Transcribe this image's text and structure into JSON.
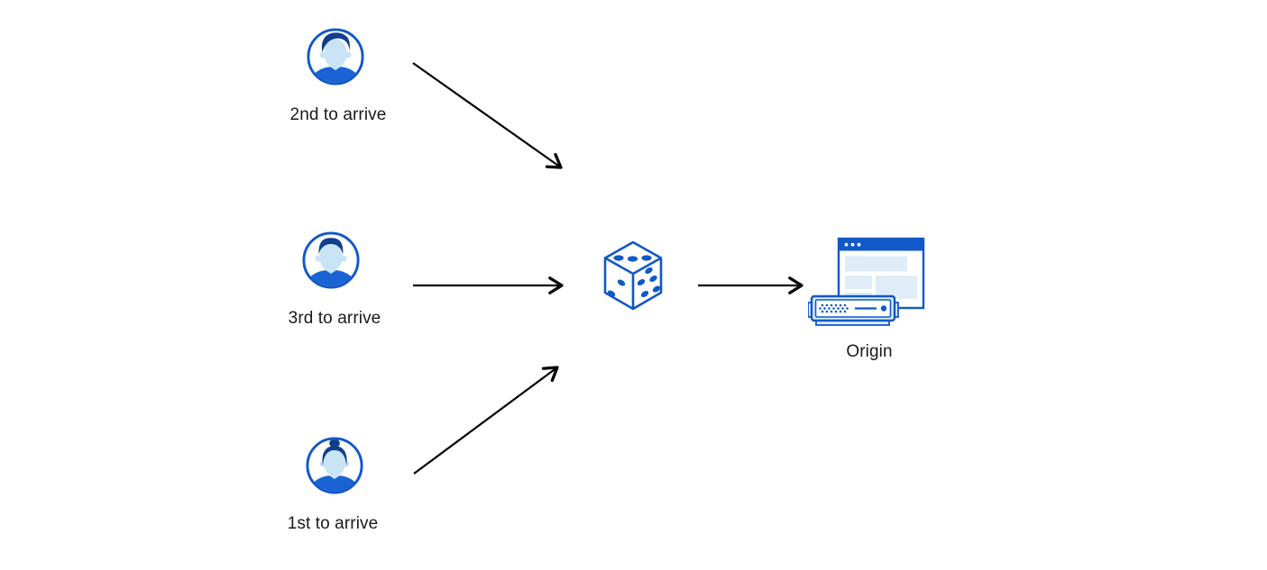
{
  "diagram": {
    "clients": [
      {
        "label": "2nd to arrive",
        "avatar_icon": "person-swept-hair-avatar-icon"
      },
      {
        "label": "3rd to arrive",
        "avatar_icon": "person-short-hair-avatar-icon"
      },
      {
        "label": "1st to arrive",
        "avatar_icon": "person-bun-hair-avatar-icon"
      }
    ],
    "selector": {
      "icon": "dice-icon"
    },
    "origin": {
      "label": "Origin",
      "icons": [
        "browser-window-icon",
        "server-icon"
      ]
    },
    "colors": {
      "primary_blue": "#1158C8",
      "shirt_blue": "#1A63D4",
      "dark_navy": "#123E8E",
      "face_light_blue": "#C8E4F5",
      "panel_light_blue": "#E0EDF8",
      "server_fill_light": "#D9EBF9",
      "text_color": "#1A1A1A",
      "arrow_black": "#000000",
      "background": "#FFFFFF"
    }
  }
}
